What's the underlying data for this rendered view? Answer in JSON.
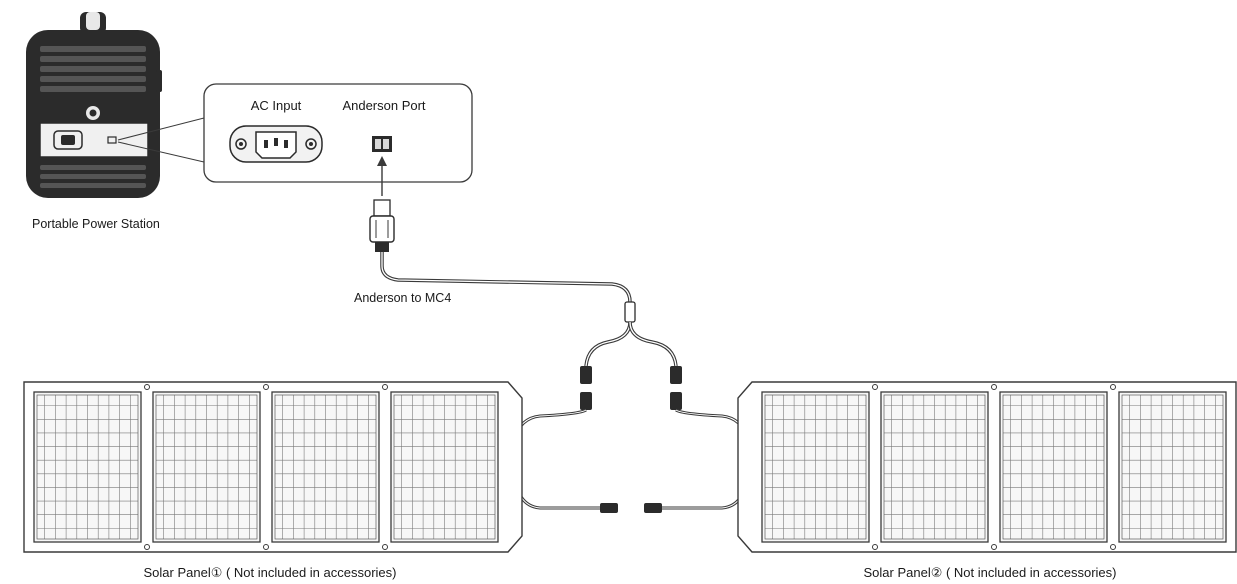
{
  "labels": {
    "ac_input": "AC Input",
    "anderson_port": "Anderson Port",
    "power_station": "Portable Power Station",
    "cable": "Anderson to MC4",
    "panel_1": "Solar Panel① ( Not included in accessories)",
    "panel_2": "Solar Panel② ( Not included in accessories)"
  },
  "colors": {
    "line": "#3a3a3a",
    "device_dark": "#2b2b2b",
    "panel_fill": "#f7f7f7",
    "background": "#ffffff"
  },
  "panels": {
    "left_cells": 4,
    "right_cells": 4
  }
}
